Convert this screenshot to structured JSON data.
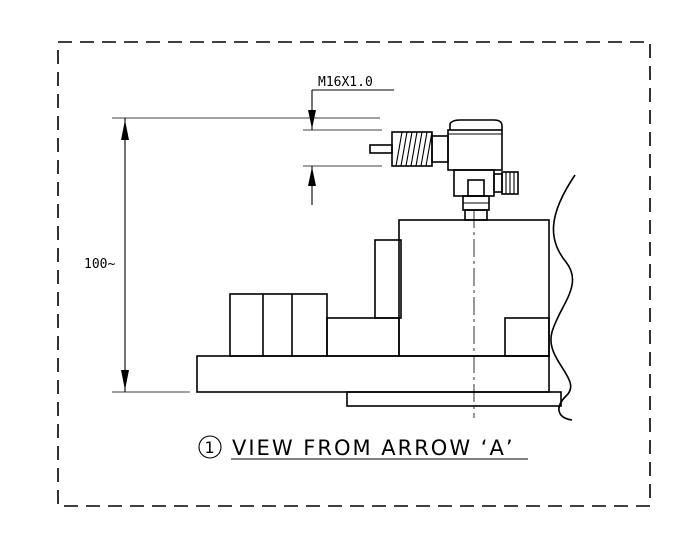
{
  "thread_label": "M16X1.0",
  "dimension_label": "100~",
  "view_number": "1",
  "view_title": "VIEW FROM ARROW ‘A’"
}
